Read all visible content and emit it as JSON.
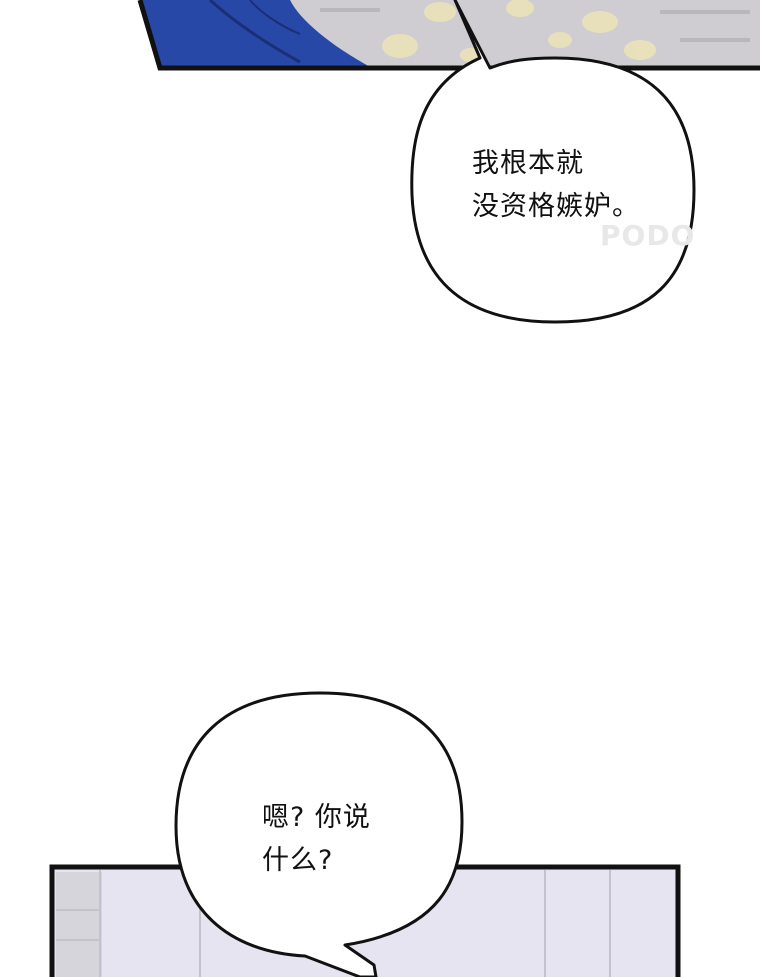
{
  "bubbles": [
    {
      "lines": [
        "我根本就",
        "没资格嫉妒。"
      ]
    },
    {
      "lines": [
        "嗯? 你说",
        "什么?"
      ]
    }
  ],
  "watermark": "PODO",
  "colors": {
    "blue": "#2848a8",
    "ink": "#111111",
    "panel_bg": "#e6e4f0"
  }
}
